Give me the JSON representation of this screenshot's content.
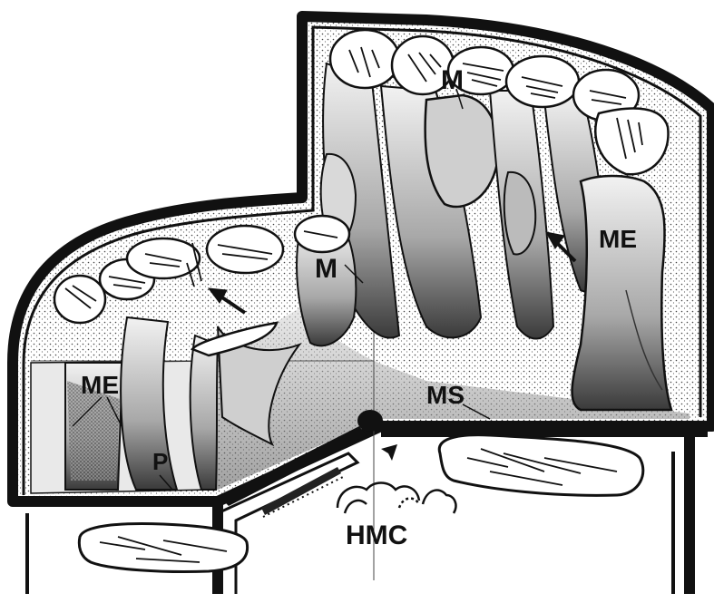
{
  "figure": {
    "labels": {
      "m_top": "M",
      "m_middle": "M",
      "me_right": "ME",
      "me_left": "ME",
      "ms": "MS",
      "p": "P",
      "hmc": "HMC"
    },
    "colors": {
      "ink": "#111111",
      "paper": "#ffffff",
      "shade": "#6a6a6a",
      "light_shade": "#bdbdbd"
    }
  }
}
